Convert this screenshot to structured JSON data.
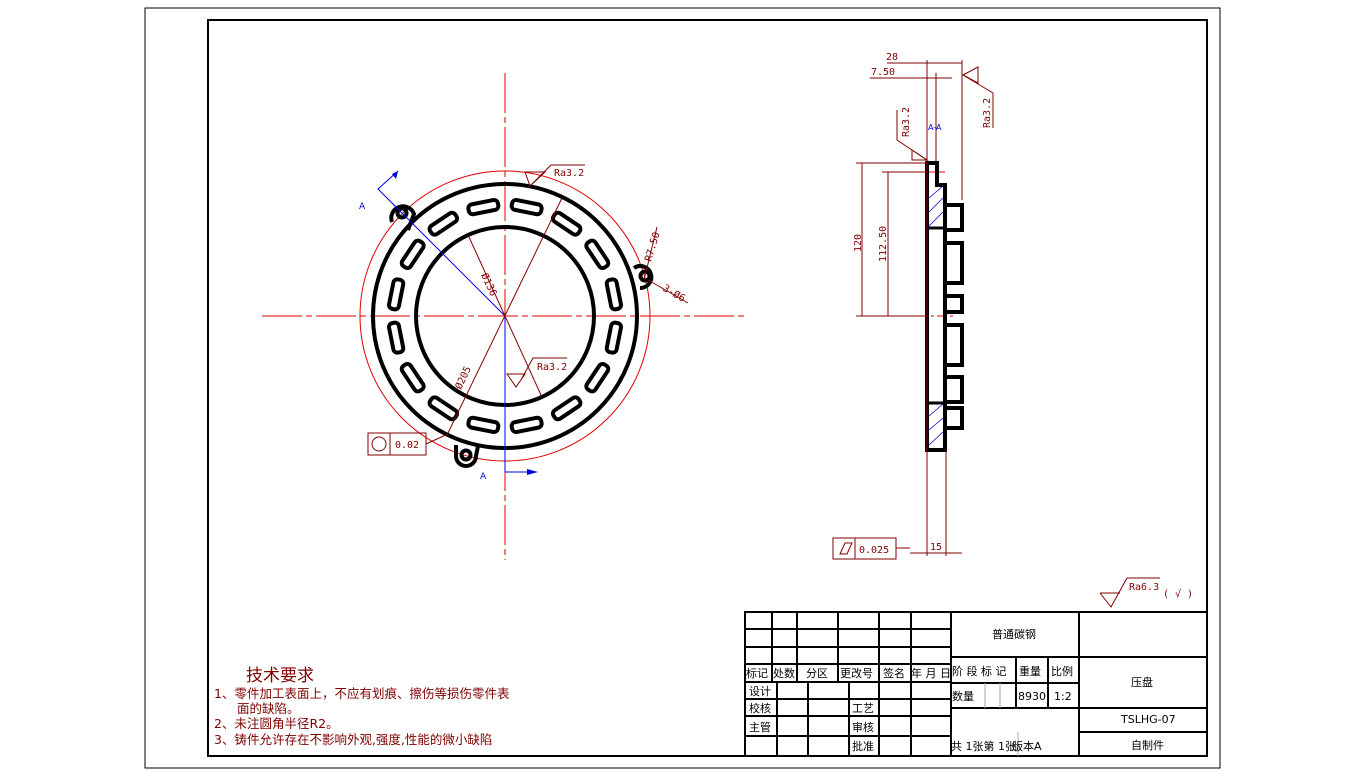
{
  "front_view": {
    "surface_roughness_top": "Ra3.2",
    "surface_roughness_inner": "Ra3.2",
    "diameter_inner": "Ø136",
    "diameter_pitch": "Ø205",
    "radius_lug": "R7.50",
    "holes": "3-Ø6",
    "roundness_tolerance": "0.02",
    "section_label_a1": "A",
    "section_label_a2": "A",
    "slot_count": 16
  },
  "side_view": {
    "section_title": "A-A",
    "dim_28": "28",
    "dim_7_50": "7.50",
    "roughness_left": "Ra3.2",
    "roughness_right": "Ra3.2",
    "dim_120": "120",
    "dim_112_50": "112.50",
    "dim_15": "15",
    "flatness_tolerance": "0.025"
  },
  "general_roughness": {
    "value": "Ra6.3",
    "other": "( √ )"
  },
  "tech_requirements": {
    "title": "技术要求",
    "items": [
      "1、零件加工表面上，不应有划痕、擦伤等损伤零件表",
      "面的缺陷。",
      "2、未注圆角半径R2。",
      "3、铸件允许存在不影响外观,强度,性能的微小缺陷"
    ]
  },
  "title_block": {
    "headers": [
      "标记",
      "处数",
      "分区",
      "更改号",
      "签名",
      "年 月 日"
    ],
    "roles": [
      "设计",
      "校核",
      "主管"
    ],
    "roles2": [
      "工艺",
      "审核",
      "批准"
    ],
    "material": "普通碳钢",
    "stage_mark": "阶 段 标 记",
    "weight_label": "重量",
    "scale_label": "比例",
    "quantity_label": "数量",
    "weight": "8930",
    "scale": "1:2",
    "sheets": "共 1张第 1张",
    "version": "版本A",
    "part_name": "压盘",
    "drawing_number": "TSLHG-07",
    "source": "自制件"
  }
}
